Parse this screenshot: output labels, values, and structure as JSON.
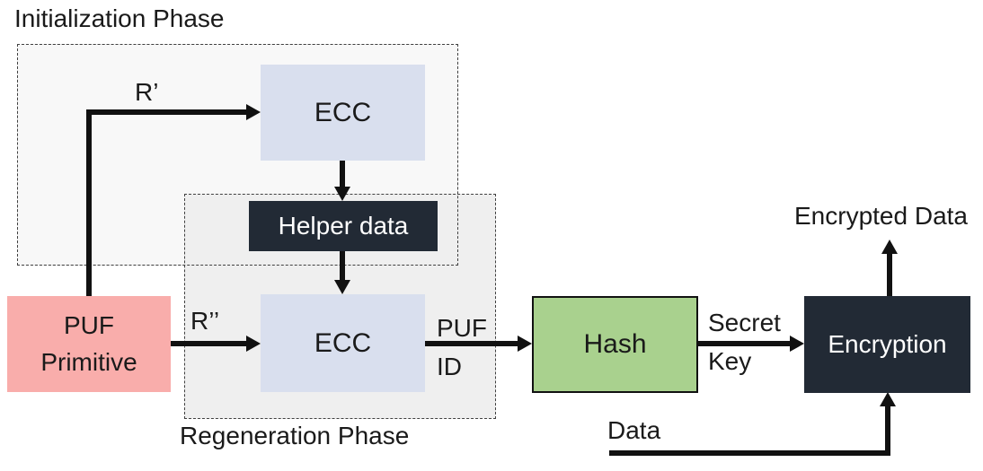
{
  "phases": {
    "initialization": {
      "label": "Initialization Phase",
      "fill": "#f8f8f8"
    },
    "regeneration": {
      "label": "Regeneration Phase",
      "fill": "#efefef"
    }
  },
  "blocks": {
    "puf_primitive": {
      "line1": "PUF",
      "line2": "Primitive",
      "fill": "#f9adab"
    },
    "ecc_init": {
      "label": "ECC",
      "fill": "#d9dfee"
    },
    "helper_data": {
      "label": "Helper data",
      "fill": "#222a35",
      "text_color": "#ffffff"
    },
    "ecc_regen": {
      "label": "ECC",
      "fill": "#d9dfee"
    },
    "hash": {
      "label": "Hash",
      "fill": "#a9d18e"
    },
    "encryption": {
      "label": "Encryption",
      "fill": "#222a35",
      "text_color": "#ffffff"
    }
  },
  "flow_labels": {
    "r_prime": "R’",
    "r_double_prime": "R’’",
    "puf_id": {
      "line1": "PUF",
      "line2": "ID"
    },
    "secret_key": {
      "line1": "Secret",
      "line2": "Key"
    },
    "encrypted_data": "Encrypted Data",
    "data": "Data"
  },
  "colors": {
    "arrow": "#111111",
    "dashed_border": "#404040",
    "text": "#1a1a1a"
  }
}
